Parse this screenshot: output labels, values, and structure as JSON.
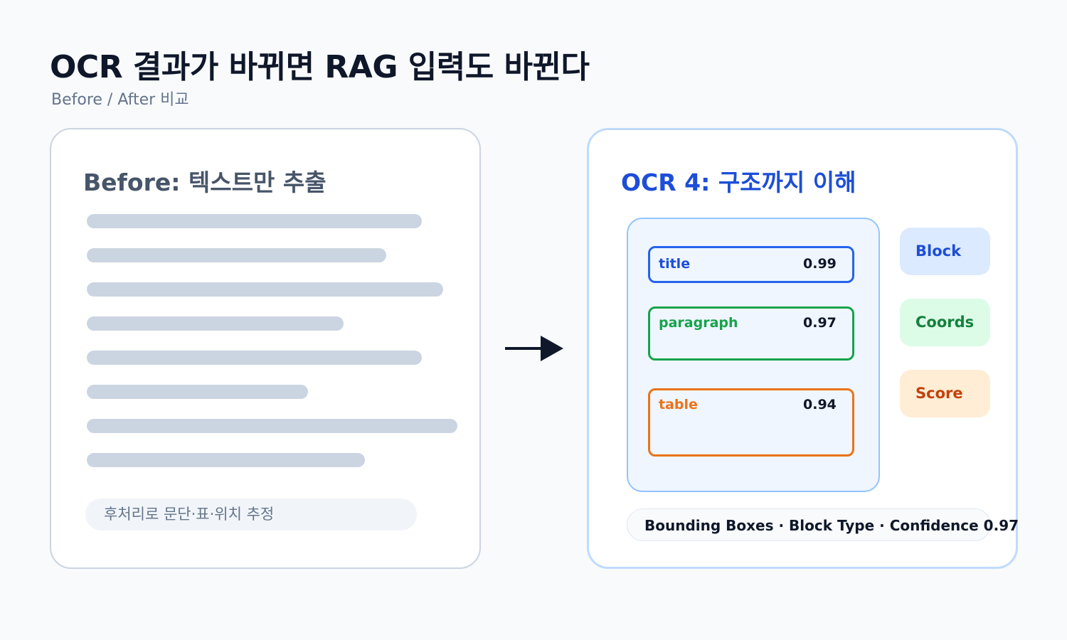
{
  "header": {
    "title": "OCR 결과가 바뀌면 RAG 입력도 바뀐다",
    "subtitle": "Before / After 비교"
  },
  "before": {
    "heading": "Before: 텍스트만 추출",
    "note": "후처리로 문단·표·위치 추정"
  },
  "after": {
    "heading": "OCR 4: 구조까지 이해",
    "blocks": [
      {
        "label": "title",
        "score": "0.99",
        "color": "#2563eb"
      },
      {
        "label": "paragraph",
        "score": "0.97",
        "color": "#16a34a"
      },
      {
        "label": "table",
        "score": "0.94",
        "color": "#ea7317"
      }
    ],
    "chips": [
      {
        "label": "Block",
        "color": "#1d4ed8"
      },
      {
        "label": "Coords",
        "color": "#15803d"
      },
      {
        "label": "Score",
        "color": "#c2410c"
      }
    ],
    "footer": "Bounding Boxes · Block Type · Confidence 0.97"
  },
  "icons": {
    "arrow": "arrow-right-icon"
  }
}
